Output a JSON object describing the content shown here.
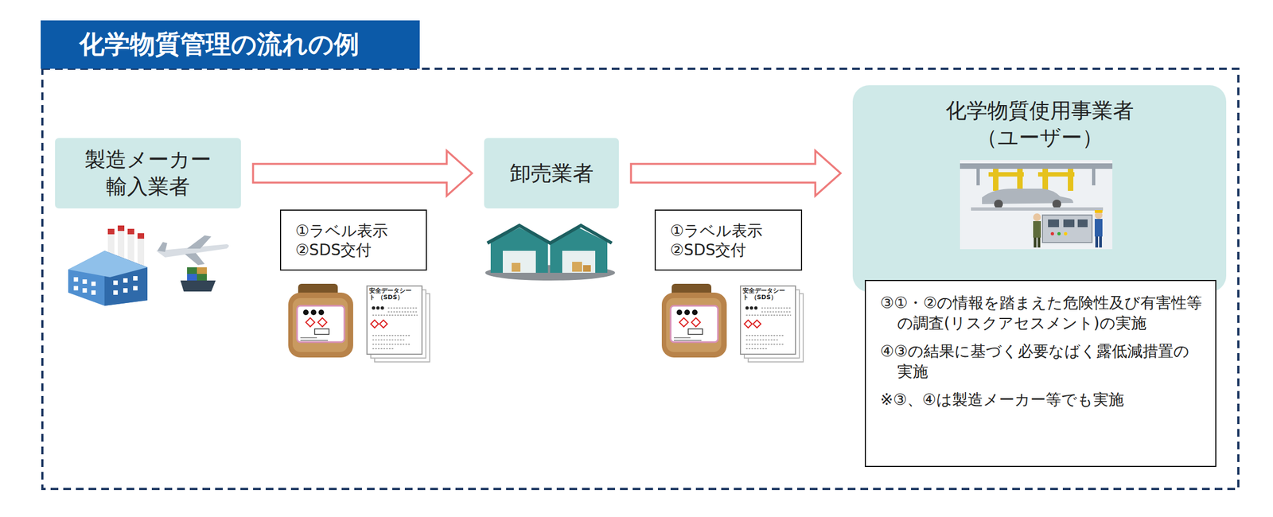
{
  "diagram": {
    "title": "化学物質管理の流れの例",
    "nodes": [
      {
        "text": [
          "製造メーカー 輸入業者"
        ]
      },
      {
        "text": [
          "①ラベル表示",
          "②SDS交付"
        ]
      },
      {
        "text": [
          "卸売業者"
        ]
      },
      {
        "text": [
          "①ラベル表示",
          "②SDS交付"
        ]
      },
      {
        "text": [
          "化学物質使用事業者 （ユーザー）"
        ]
      },
      {
        "text": [
          "③①・②の情報を踏まえた危険性及び有害性等の調査(リスクアセスメント)の実施",
          "④③の結果に基づく必要なばく露低減措置の実施",
          "※③、④は製造メーカー等でも実施"
        ]
      }
    ],
    "edges": [
      {
        "from": 0,
        "to": 2,
        "arrow": "to"
      },
      {
        "from": 2,
        "to": 4,
        "arrow": "to"
      }
    ],
    "labels": [
      "安全データシート （SDS）",
      "安全データシート （SDS）"
    ]
  }
}
